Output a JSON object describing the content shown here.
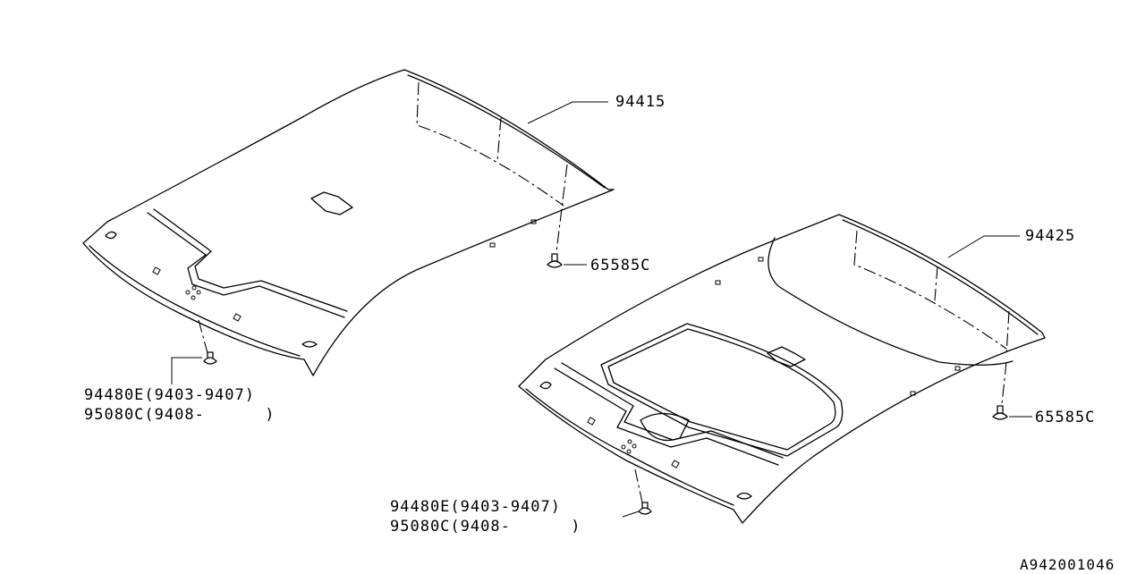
{
  "diagram": {
    "part_94415": "94415",
    "part_94425": "94425",
    "clip_left": "65585C",
    "clip_right": "65585C",
    "fastener_left_line1": "94480E(9403-9407)",
    "fastener_left_line2": "95080C(9408-      )",
    "fastener_right_line1": "94480E(9403-9407)",
    "fastener_right_line2": "95080C(9408-      )",
    "drawing_number": "A942001046"
  }
}
